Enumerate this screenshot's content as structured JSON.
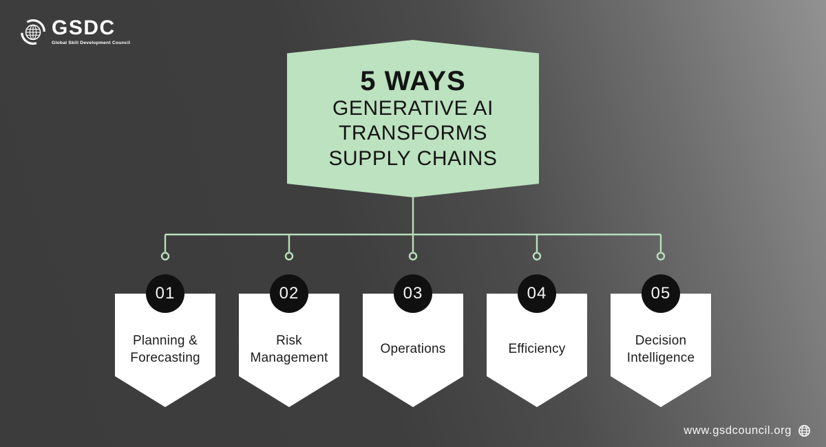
{
  "brand": {
    "name": "GSDC",
    "tagline": "Global Skill Development Council"
  },
  "banner": {
    "title_line1": "5 WAYS",
    "title_line2": "GENERATIVE AI",
    "title_line3": "TRANSFORMS",
    "title_line4": "SUPPLY CHAINS"
  },
  "items": [
    {
      "number": "01",
      "label": "Planning &\nForecasting"
    },
    {
      "number": "02",
      "label": "Risk\nManagement"
    },
    {
      "number": "03",
      "label": "Operations"
    },
    {
      "number": "04",
      "label": "Efficiency"
    },
    {
      "number": "05",
      "label": "Decision\nIntelligence"
    }
  ],
  "footer": {
    "website": "www.gsdcouncil.org"
  },
  "colors": {
    "accent_green": "#bce2bf",
    "connector_green": "#b9e0bc",
    "badge_black": "#101010",
    "card_white": "#ffffff",
    "bg_dark": "#3d3d3d",
    "bg_light": "#929292",
    "text_dark": "#141414",
    "text_light": "#f5f5f5"
  },
  "layout_meta": {
    "connector_centers_x": [
      240,
      420,
      600,
      780,
      960
    ]
  }
}
